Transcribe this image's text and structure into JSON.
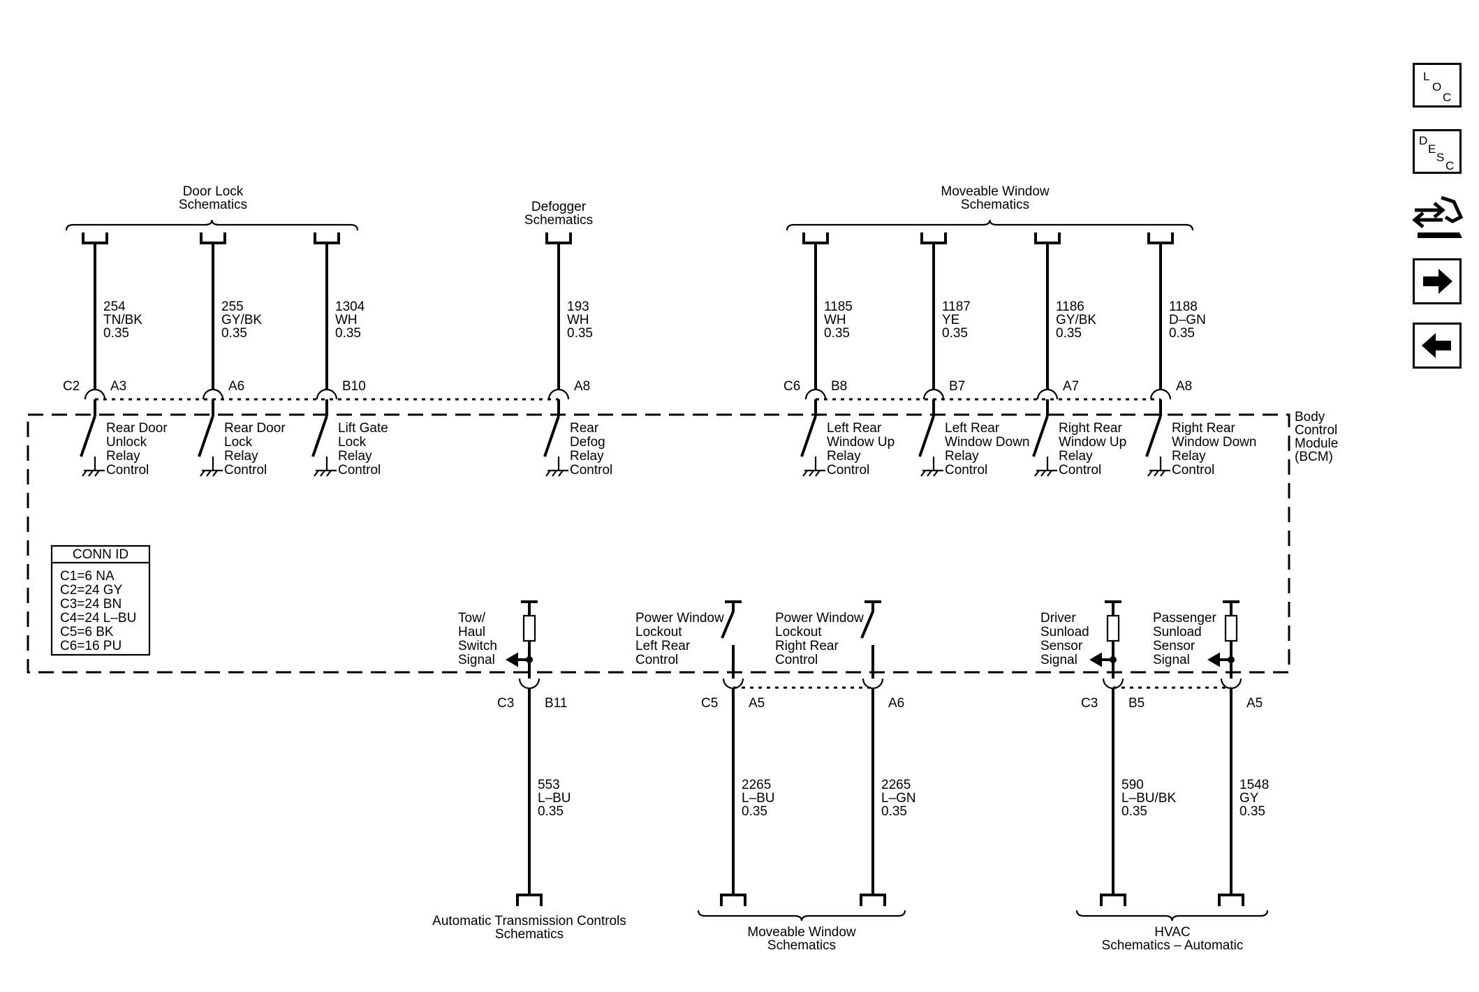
{
  "colors": {
    "line": "#000000",
    "background": "#ffffff"
  },
  "headers": {
    "door_lock": [
      "Door Lock",
      "Schematics"
    ],
    "defogger": [
      "Defogger",
      "Schematics"
    ],
    "moveable_top": [
      "Moveable Window",
      "Schematics"
    ],
    "trans": [
      "Automatic Transmission Controls",
      "Schematics"
    ],
    "moveable_bottom": [
      "Moveable Window",
      "Schematics"
    ],
    "hvac": [
      "HVAC",
      "Schematics – Automatic"
    ]
  },
  "module_label": [
    "Body",
    "Control",
    "Module",
    "(BCM)"
  ],
  "connector_labels": {
    "top_left": "C2",
    "top_right": "C6",
    "bottom_c3a": "C3",
    "bottom_c5": "C5",
    "bottom_c3b": "C3"
  },
  "top_circuits": [
    {
      "pin": "A3",
      "circuit": "254",
      "color": "TN/BK",
      "gauge": "0.35",
      "label": [
        "Rear Door",
        "Unlock",
        "Relay",
        "Control"
      ]
    },
    {
      "pin": "A6",
      "circuit": "255",
      "color": "GY/BK",
      "gauge": "0.35",
      "label": [
        "Rear Door",
        "Lock",
        "Relay",
        "Control"
      ]
    },
    {
      "pin": "B10",
      "circuit": "1304",
      "color": "WH",
      "gauge": "0.35",
      "label": [
        "Lift Gate",
        "Lock",
        "Relay",
        "Control"
      ]
    },
    {
      "pin": "A8",
      "circuit": "193",
      "color": "WH",
      "gauge": "0.35",
      "label": [
        "Rear",
        "Defog",
        "Relay",
        "Control"
      ]
    },
    {
      "pin": "B8",
      "circuit": "1185",
      "color": "WH",
      "gauge": "0.35",
      "label": [
        "Left Rear",
        "Window Up",
        "Relay",
        "Control"
      ]
    },
    {
      "pin": "B7",
      "circuit": "1187",
      "color": "YE",
      "gauge": "0.35",
      "label": [
        "Left Rear",
        "Window Down",
        "Relay",
        "Control"
      ]
    },
    {
      "pin": "A7",
      "circuit": "1186",
      "color": "GY/BK",
      "gauge": "0.35",
      "label": [
        "Right Rear",
        "Window Up",
        "Relay",
        "Control"
      ]
    },
    {
      "pin": "A8",
      "circuit": "1188",
      "color": "D–GN",
      "gauge": "0.35",
      "label": [
        "Right Rear",
        "Window Down",
        "Relay",
        "Control"
      ]
    }
  ],
  "bottom_circuits": [
    {
      "pin": "B11",
      "circuit": "553",
      "color": "L–BU",
      "gauge": "0.35",
      "label": [
        "Tow/",
        "Haul",
        "Switch",
        "Signal"
      ]
    },
    {
      "pin": "A5",
      "circuit": "2265",
      "color": "L–BU",
      "gauge": "0.35",
      "label": [
        "Power Window",
        "Lockout",
        "Left Rear",
        "Control"
      ]
    },
    {
      "pin": "A6",
      "circuit": "2265",
      "color": "L–GN",
      "gauge": "0.35",
      "label": [
        "Power Window",
        "Lockout",
        "Right Rear",
        "Control"
      ]
    },
    {
      "pin": "B5",
      "circuit": "590",
      "color": "L–BU/BK",
      "gauge": "0.35",
      "label": [
        "Driver",
        "Sunload",
        "Sensor",
        "Signal"
      ]
    },
    {
      "pin": "A5",
      "circuit": "1548",
      "color": "GY",
      "gauge": "0.35",
      "label": [
        "Passenger",
        "Sunload",
        "Sensor",
        "Signal"
      ]
    }
  ],
  "conn_id": {
    "title": "CONN ID",
    "rows": [
      "C1=6 NA",
      "C2=24 GY",
      "C3=24 BN",
      "C4=24 L–BU",
      "C5=6 BK",
      "C6=16 PU"
    ]
  },
  "nav": {
    "loc": [
      "L",
      "O",
      "C"
    ],
    "desc": [
      "D",
      "E",
      "S",
      "C"
    ],
    "icons": [
      "connector-tool-icon",
      "next-arrow-icon",
      "previous-arrow-icon"
    ]
  }
}
